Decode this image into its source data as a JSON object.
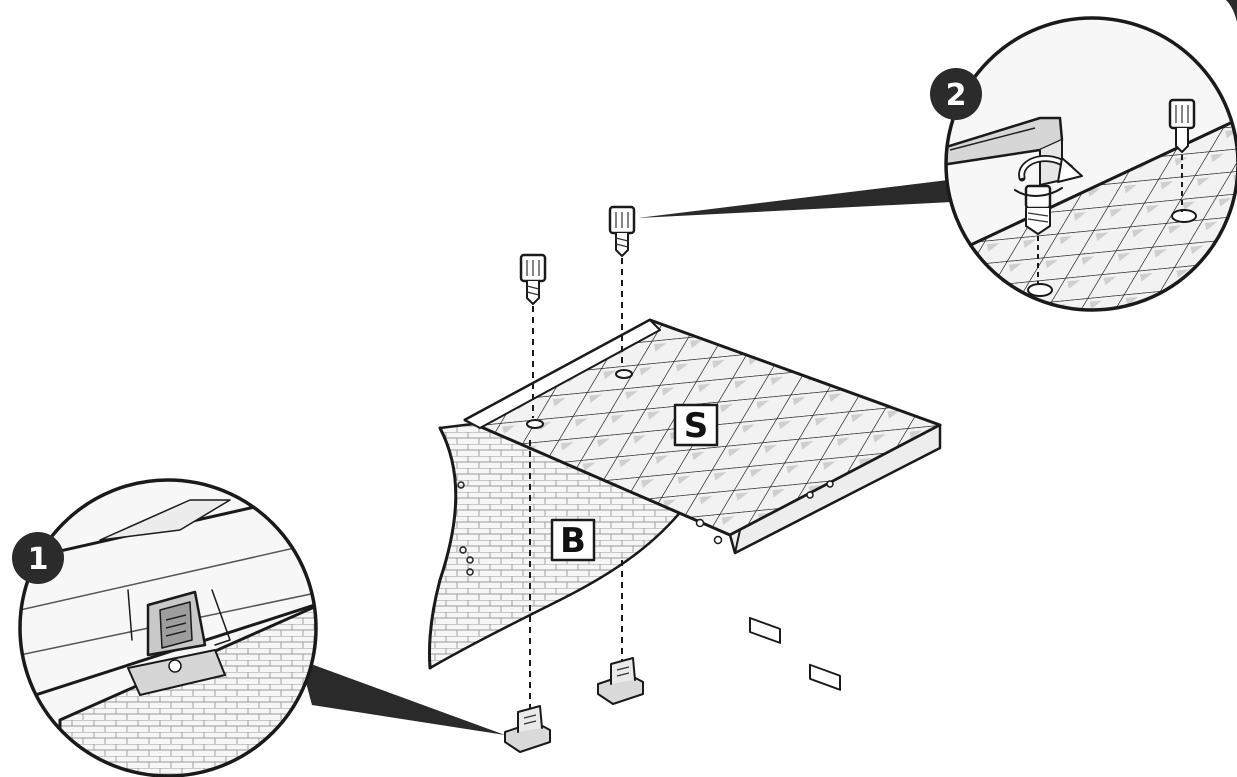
{
  "labels": {
    "tray": "S",
    "base": "B"
  },
  "steps": {
    "one": "1",
    "two": "2"
  },
  "colors": {
    "ink": "#1a1a1a",
    "panel": "#f4f4f4",
    "badge": "#2b2b2b",
    "callout": "#2a2a2a"
  }
}
